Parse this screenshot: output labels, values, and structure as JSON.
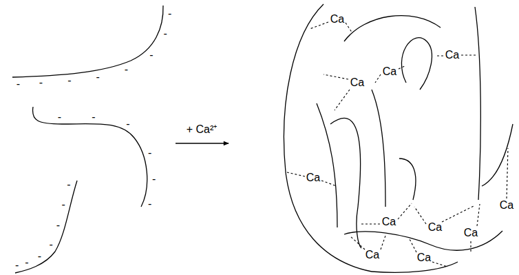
{
  "diagram": {
    "labels": [
      "-",
      "-",
      "-",
      "-",
      "-",
      "-",
      "-",
      "-",
      "-",
      "-",
      "-",
      "-",
      "-",
      "-",
      "-",
      "-",
      "-",
      "-",
      "-",
      "-",
      "-",
      "+ Ca²⁺",
      "Ca",
      "Ca",
      "Ca",
      "Ca",
      "Ca",
      "Ca",
      "Ca",
      "Ca",
      "Ca",
      "Ca",
      "Ca"
    ]
  }
}
